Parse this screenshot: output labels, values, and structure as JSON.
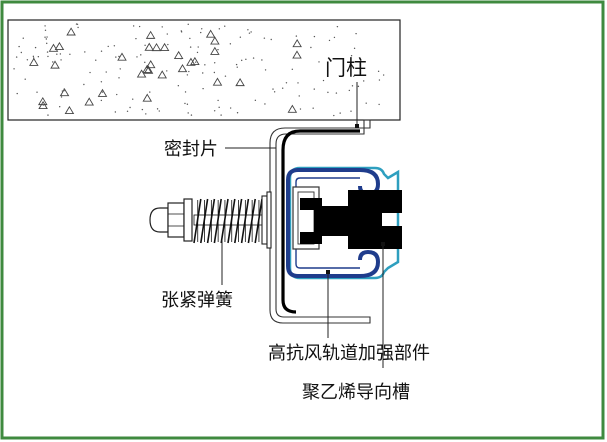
{
  "labels": {
    "door_column": "门柱",
    "seal_strip": "密封片",
    "tension_spring": "张紧弹簧",
    "wind_rail_reinforcement": "高抗风轨道加强部件",
    "pe_guide_groove": "聚乙烯导向槽"
  },
  "colors": {
    "frame_border": "#3f8a3f",
    "concrete_fill": "#ffffff",
    "steel_rail": "#1f3c8c",
    "pe_groove": "#2e9fbf",
    "profile_black": "#000000",
    "line": "#222222"
  }
}
